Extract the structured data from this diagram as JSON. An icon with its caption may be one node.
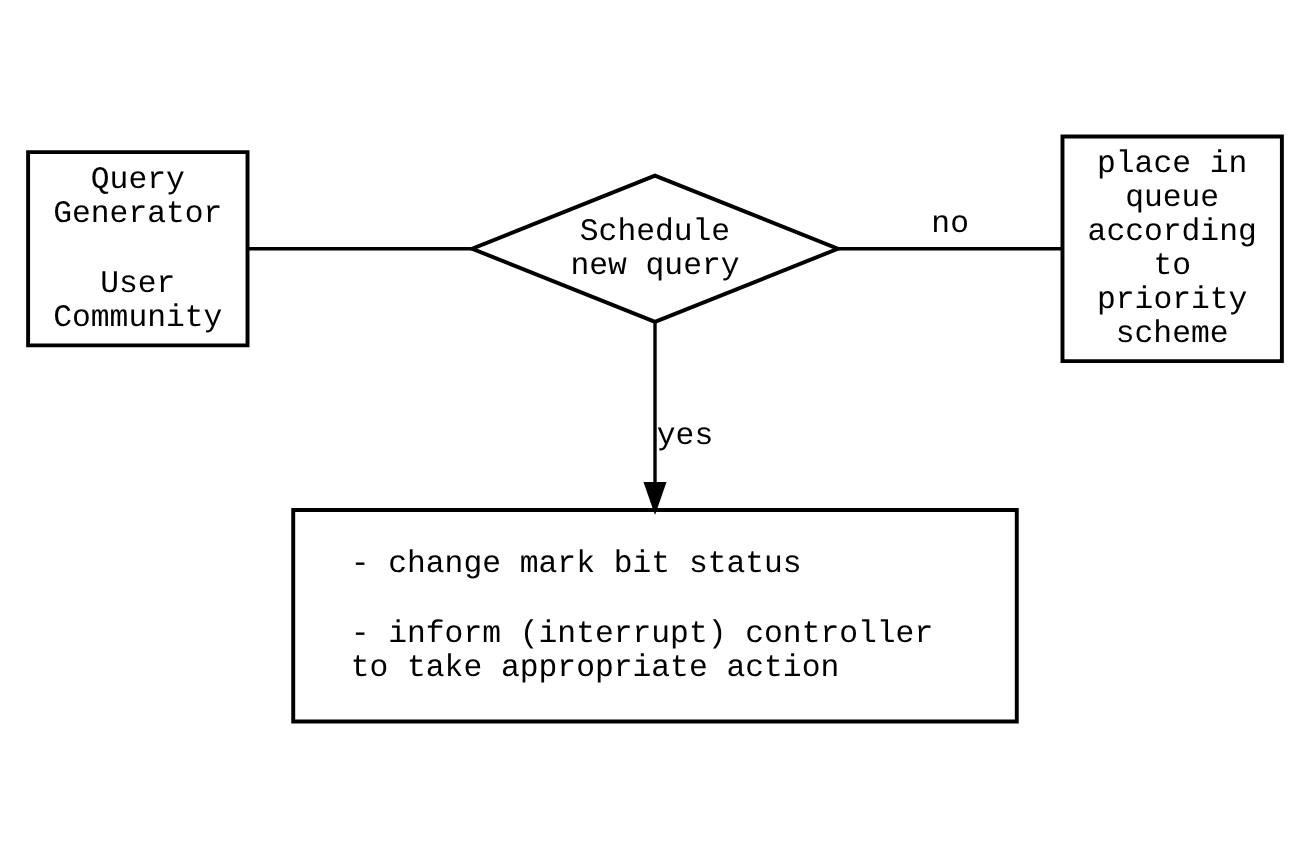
{
  "diagram": {
    "nodes": [
      {
        "text": [
          "Query Generator",
          "User Community"
        ]
      },
      {
        "text": [
          "Schedule new query"
        ]
      },
      {
        "text": [
          "place in queue according to priority scheme"
        ]
      },
      {
        "text": [
          "- change mark bit status",
          "- inform (interrupt) controller to take appropriate action"
        ]
      }
    ],
    "edges": [
      {
        "from": 0,
        "to": 1,
        "arrow": "none"
      },
      {
        "from": 1,
        "to": 2,
        "arrow": "none",
        "label": "no"
      },
      {
        "from": 1,
        "to": 3,
        "arrow": "to",
        "label": "yes"
      }
    ]
  }
}
